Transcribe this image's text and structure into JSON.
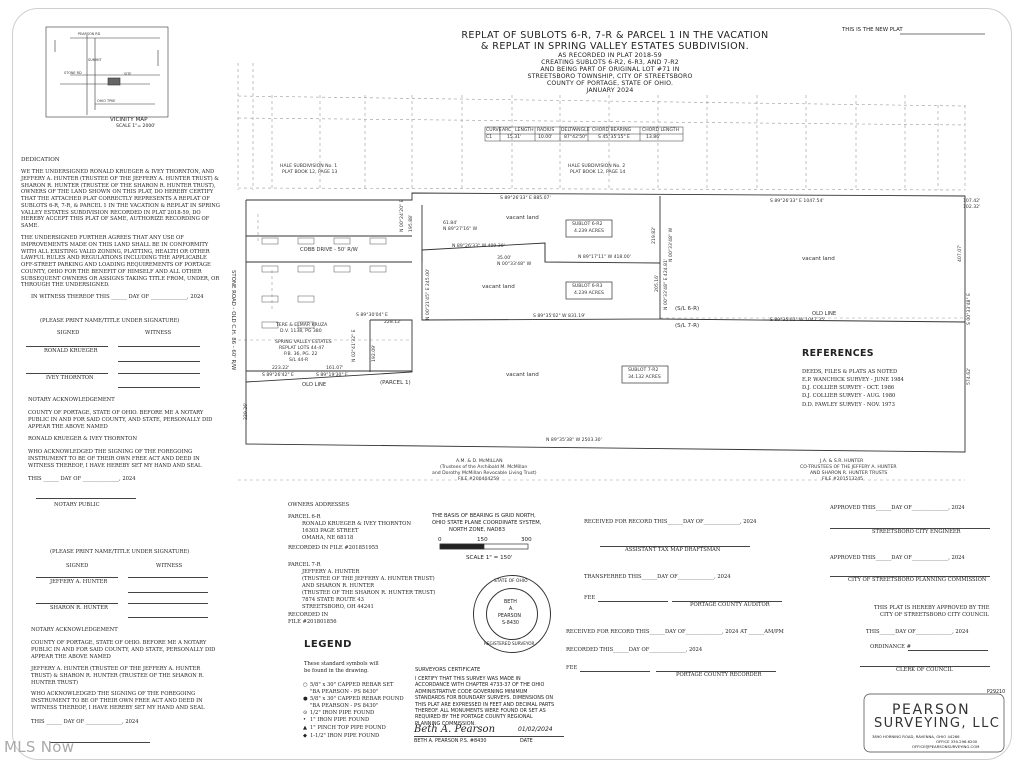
{
  "plat": {
    "new_plat_note": "THIS IS THE NEW PLAT",
    "title_lines": [
      "REPLAT OF SUBLOTS 6-R, 7-R & PARCEL 1 IN THE VACATION",
      "& REPLAT IN SPRING VALLEY ESTATES SUBDIVISION."
    ],
    "subtitle_lines": [
      "AS RECORDED IN PLAT 2018-59",
      "CREATING SUBLOTS 6-R2, 6-R3, AND 7-R2",
      "AND BEING PART OF ORIGINAL LOT #71 IN",
      "STREETSBORO TOWNSHIP, CITY OF STREETSBORO",
      "COUNTY OF PORTAGE, STATE OF OHIO.",
      "JANUARY 2024"
    ],
    "project_number": "P29210"
  },
  "vicinity_map": {
    "caption": "VICINITY MAP",
    "scale": "SCALE 1\"= 2000'",
    "labels": [
      "PEARSON RD",
      "SUMMIT",
      "SITE",
      "STONE RD",
      "OHIO TPKE"
    ]
  },
  "curve_table": {
    "headers": [
      "CURVE",
      "ARC",
      "LENGTH",
      "RADIUS",
      "DELTA",
      "ANGLE",
      "CHORD BEARING",
      "CHORD LENGTH"
    ],
    "row": [
      "C1",
      "15.31'",
      "10.00'",
      "87°42'50\"",
      "S 45°35'15\" E",
      "13.86'"
    ]
  },
  "map": {
    "adjacent": [
      "HALE SUBDIVISION No. 1",
      "PLAT BOOK 12, PAGE 13",
      "HALE SUBDIVISION No. 2",
      "PLAT BOOK 12, PAGE 14"
    ],
    "road": "COBB DRIVE - 50' R/W",
    "stone_road": "STONE ROAD - OLD C.H. 86 - 60' R/W",
    "parcel_label": "(PARCEL 1)",
    "old_line": "OLD LINE",
    "sl6": "(S/L 6-R)",
    "sl7": "(S/L 7-R)",
    "vacant": "vacant land",
    "sublot_6r2": [
      "SUBLOT 6-R2",
      "4.239 ACRES"
    ],
    "sublot_6r3": [
      "SUBLOT 6-R3",
      "4.239 ACRES"
    ],
    "sublot_7r2": [
      "SUBLOT 7-R2",
      "34.132 ACRES"
    ],
    "kruza": [
      "TERE & ELMAR KRUZA",
      "D.V. 1138, PG 380"
    ],
    "spring_valley": [
      "SPRING VALLEY ESTATES",
      "REPLAT LOTS 44-47",
      "P.B. 36, PG. 22",
      "S/L 44-R"
    ],
    "mcmillan": [
      "A.M. & D. McMILLAN",
      "(Trustees of the Archibald M. McMillan",
      "and Dorothy McMillan Revocable Living Trust)",
      "FILE #200404259"
    ],
    "hunter": [
      "J.A. & S.R. HUNTER",
      "CO-TRUSTEES OF THE JEFFERY A. HUNTER",
      "AND SHARON R. HUNTER TRUSTS",
      "FILE #201513245"
    ],
    "bearings": {
      "b1": "S 89°26'33\" E   885.07'",
      "b2": "S 89°26'33\" E   1047.54'",
      "b3": "N 89°27'16\" W",
      "b4": "N 89°26'33\" W   409.30'",
      "b5": "N 89°17'11\" W   418.00'",
      "b6": "N 00°33'48\" W",
      "b7": "S 89°30'04\" E",
      "b8": "S 89°35'02\" W   831.19'",
      "b9": "S 89°35'02\" W   1047.35'",
      "b10": "S 89°26'42\" E",
      "b11": "S 89°19'30\" E",
      "b12": "N 89°35'38\" W   2503.30'",
      "b13": "N 00°33'48\" W",
      "b14": "N 00°21'45\" E   245.00'",
      "b15": "N 02°41'32\" E",
      "b16": "N 00°24'20\" E",
      "b17": "S 00°33'48\" E",
      "b18": "N 00°33'48\" E  424.81'"
    },
    "distances": {
      "d1": "61.84'",
      "d2": "35.00'",
      "d3": "228.12'",
      "d4": "223.22'",
      "d5": "161.07'",
      "d6": "192.09'",
      "d7": "219.82'",
      "d8": "205.16'",
      "d9": "407.07'",
      "d10": "574.62'",
      "d11": "229.26'",
      "d12": "195.88'",
      "d13": "107.42'",
      "d14": "102.32'"
    }
  },
  "references": {
    "heading": "REFERENCES",
    "items": [
      "DEEDS, FILES & PLATS AS NOTED",
      "E.P. WANCHICK SURVEY - JUNE 1984",
      "D.J. COLLIER SURVEY - OCT. 1986",
      "D.J. COLLIER SURVEY - AUG. 1980",
      "D.D. FAWLEY SURVEY - NOV. 1973"
    ]
  },
  "dedication": {
    "heading": "DEDICATION",
    "paragraph1": "WE THE UNDERSIGNED RONALD KRUEGER & IVEY THORNTON, AND JEFFERY A. HUNTER (TRUSTEE OF THE JEFFERY A. HUNTER TRUST) & SHARON R. HUNTER (TRUSTEE OF THE SHARON R. HUNTER TRUST), OWNERS OF THE LAND SHOWN ON THIS PLAT, DO HEREBY CERTIFY THAT THE ATTACHED PLAT CORRECTLY REPRESENTS A REPLAT OF SUBLOTS 6-R, 7-R, & PARCEL 1 IN THE VACATION & REPLAT IN SPRING VALLEY ESTATES SUBDIVISION RECORDED IN PLAT 2018-59, DO HEREBY ACCEPT THIS PLAT OF SAME, AUTHORIZE RECORDING OF SAME.",
    "paragraph2": "THE UNDERSIGNED FURTHER AGREES THAT ANY USE OF IMPROVEMENTS MADE ON THIS LAND SHALL BE IN CONFORMITY WITH ALL EXISTING VALID ZONING, PLATTING, HEALTH OR OTHER LAWFUL RULES AND REGULATIONS INCLUDING THE APPLICABLE OFF-STREET PARKING AND LOADING REQUIREMENTS OF PORTAGE COUNTY, OHIO FOR THE BENEFIT OF HIMSELF AND ALL OTHER SUBSEQUENT OWNERS OR ASSIGNS TAKING TITLE FROM, UNDER, OR THROUGH THE UNDERSIGNED.",
    "witness_line": "IN WITNESS THEREOF THIS ______ DAY OF ______________, 2024",
    "print_note": "(PLEASE PRINT NAME/TITLE UNDER SIGNATURE)",
    "signed": "SIGNED",
    "witness": "WITNESS",
    "signer1": "RONALD KRUEGER",
    "signer2": "IVEY THORNTON",
    "notary_ack": "NOTARY ACKNOWLEDGEMENT",
    "county_text": "COUNTY OF PORTAGE, STATE OF OHIO. BEFORE ME A NOTARY PUBLIC IN AND FOR SAID COUNTY, AND STATE, PERSONALLY DID APPEAR THE ABOVE NAMED",
    "named1": "RONALD KRUEGER & IVEY THORNTON",
    "who_text": "WHO ACKNOWLEDGED THE SIGNING OF THE FOREGOING INSTRUMENT TO BE OF THEIR OWN FREE ACT AND DEED IN WITNESS THEREOF, I HAVE HEREBY SET MY HAND AND SEAL",
    "this_day": "THIS ______ DAY OF ______________, 2024",
    "notary_public": "NOTARY PUBLIC",
    "signer3": "JEFFERY A. HUNTER",
    "signer4": "SHARON R. HUNTER",
    "named2": "JEFFERY A. HUNTER (TRUSTEE OF THE JEFFERY A. HUNTER TRUST) & SHARON R. HUNTER (TRUSTEE OF THE SHARON R. HUNTER TRUST)",
    "who_text2": "WHO ACKNOWLEDGED THE SIGNING OF THE FOREGOING INSTRUMENT TO BE OF THEIR OWN FREE ACT AND DEED IN WITNESS THEREOF, I HAVE HEREBY SET MY HAND AND SEAL"
  },
  "owners": {
    "heading": "OWNERS ADDRESSES",
    "p6_title": "PARCEL 6-R",
    "p6_lines": [
      "RONALD KRUEGER & IVEY THORNTON",
      "16303 PAGE STREET",
      "OMAHA, NE 68118"
    ],
    "p6_file": "RECORDED IN FILE #201851955",
    "p7_title": "PARCEL 7-R",
    "p7_lines": [
      "JEFFERY A. HUNTER",
      "(TRUSTEE OF THE JEFFERY A. HUNTER TRUST)",
      "AND SHARON R. HUNTER",
      "(TRUSTEE OF THE SHARON R. HUNTER TRUST)",
      "7874 STATE ROUTE 43",
      "STREETSBORO, OH 44241"
    ],
    "p7_file1": "RECORDED IN",
    "p7_file2": "FILE #201801856"
  },
  "basis": {
    "lines": [
      "THE BASIS OF BEARING IS GRID NORTH,",
      "OHIO STATE PLANE COORDINATE SYSTEM,",
      "NORTH ZONE, NAD83"
    ],
    "scale_ticks": [
      "0",
      "150",
      "300"
    ],
    "scale_text": "SCALE 1\" = 150'"
  },
  "legend": {
    "heading": "LEGEND",
    "intro": [
      "These standard symbols will",
      "be found in the drawing."
    ],
    "items": [
      "5/8\" x 30\"  CAPPED REBAR SET",
      "\"BA PEARSON - PS 8430\"",
      "5/8\" x 30\"  CAPPED REBAR FOUND",
      "\"BA PEARSON - PS 8430\"",
      "1/2\" IRON PIPE FOUND",
      "1\" IRON PIPE FOUND",
      "1\" PINCH TOP PIPE FOUND",
      "1-1/2\" IRON PIPE FOUND"
    ],
    "symbols": [
      "○",
      "●",
      "⊙",
      "•",
      "▲",
      "◆"
    ]
  },
  "seal": {
    "ring_top": "STATE OF OHIO",
    "name": [
      "BETH",
      "A.",
      "PEARSON",
      "S-8430"
    ],
    "ring_bottom": "REGISTERED SURVEYOR"
  },
  "surveyor": {
    "heading": "SURVEYORS CERTIFICATE",
    "text": "I CERTIFY THAT THIS SURVEY WAS MADE IN ACCORDANCE WITH CHAPTER 4733-37 OF THE OHIO ADMINISTRATIVE CODE GOVERNING MINIMUM STANDARDS FOR BOUNDARY SURVEYS. DIMENSIONS ON THIS PLAT ARE EXPRESSED IN FEET AND DECIMAL PARTS THEREOF.  ALL MONUMENTS WERE FOUND OR SET AS REQUIRED BY THE PORTAGE COUNTY REGIONAL PLANNING COMMISSION.",
    "signature": "Beth A. Pearson",
    "date_signed": "01/02/2024",
    "name_line": "BETH A. PEARSON P.S. #8430",
    "date_label": "DATE"
  },
  "recording": {
    "received1": "RECEIVED FOR RECORD THIS______DAY OF______________, 2024",
    "tax_map": "ASSISTANT TAX MAP DRAFTSMAN",
    "transferred": "TRANSFERRED THIS______DAY OF______________, 2024",
    "fee1": "FEE",
    "auditor": "PORTAGE COUNTY AUDITOR",
    "received2": "RECEIVED FOR RECORD THIS______DAY OF______________, 2024  AT ______AM/PM",
    "recorded": "RECORDED THIS______DAY OF______________, 2024",
    "fee2": "FEE",
    "recorder": "PORTAGE COUNTY RECORDER"
  },
  "approvals": {
    "approved1": "APPROVED THIS______DAY OF______________, 2024",
    "engineer": "STREETSBORO CITY ENGINEER",
    "approved2": "APPROVED THIS______DAY OF______________, 2024",
    "planning": "CITY OF STREETSBORO PLANNING COMMISSION",
    "council_note": [
      "THIS PLAT IS HEREBY APPROVED BY THE",
      "CITY OF STREETSBORO CITY COUNCIL"
    ],
    "council_this": "THIS______DAY OF______________, 2024",
    "ordinance": "ORDINANCE #",
    "clerk": "CLERK OF COUNCIL"
  },
  "company": {
    "name1": "PEARSON",
    "name2": "SURVEYING, LLC",
    "address": "3890 HORNING ROAD, RAVENNA, OHIO 44266",
    "phone": "OFFICE 330.296.6200",
    "email": "OFFICE@PEARSONSURVEYING.COM"
  },
  "watermark": "MLS Now"
}
